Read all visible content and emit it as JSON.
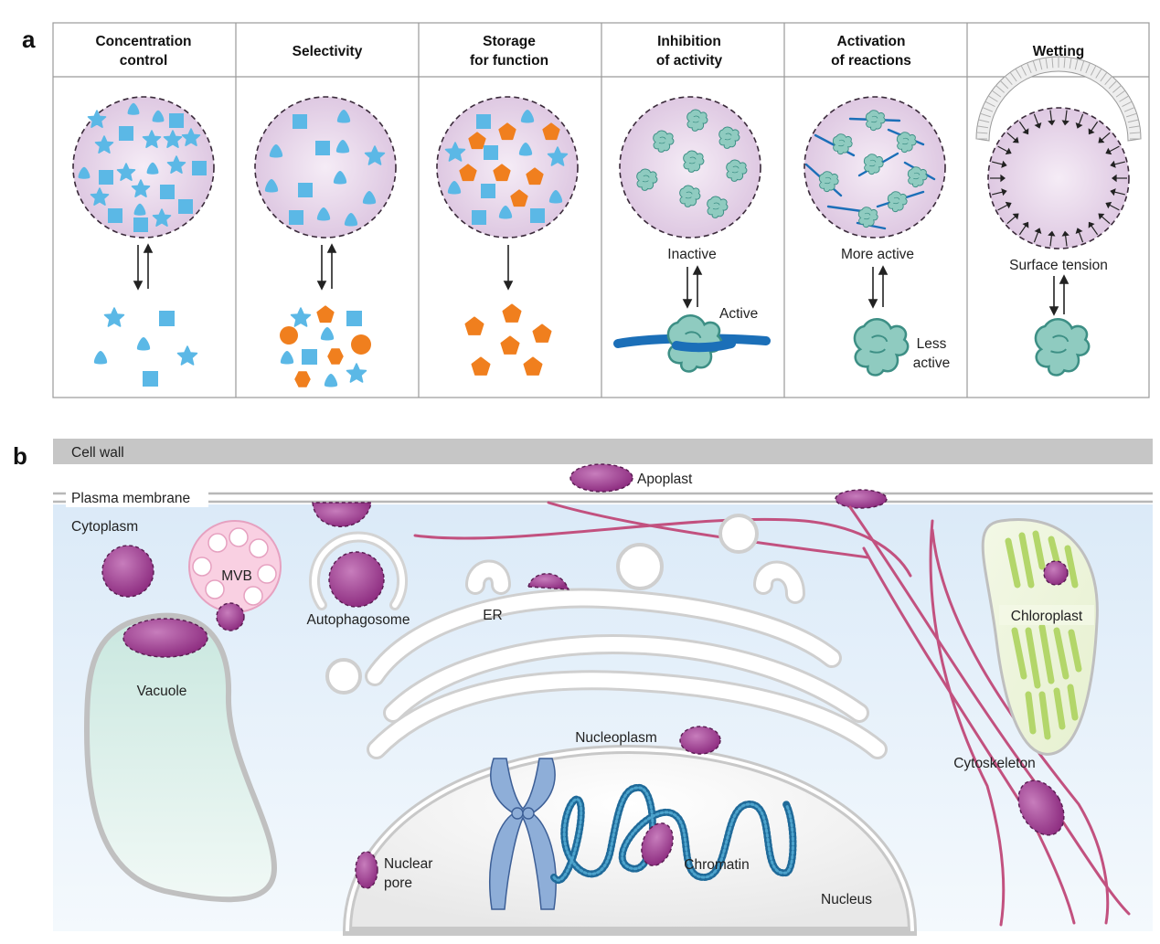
{
  "panel_a": {
    "letter": "a",
    "columns": [
      {
        "title_line1": "Concentration",
        "title_line2": "control"
      },
      {
        "title_line1": "Selectivity",
        "title_line2": ""
      },
      {
        "title_line1": "Storage",
        "title_line2": "for function"
      },
      {
        "title_line1": "Inhibition",
        "title_line2": "of activity"
      },
      {
        "title_line1": "Activation",
        "title_line2": "of reactions"
      },
      {
        "title_line1": "Wetting",
        "title_line2": ""
      }
    ],
    "labels": {
      "inactive": "Inactive",
      "active": "Active",
      "more_active": "More active",
      "less_active_1": "Less",
      "less_active_2": "active",
      "surface_tension": "Surface tension"
    }
  },
  "panel_b": {
    "letter": "b",
    "labels": {
      "cell_wall": "Cell wall",
      "apoplast": "Apoplast",
      "plasma_membrane": "Plasma membrane",
      "cytoplasm": "Cytoplasm",
      "mvb": "MVB",
      "autophagosome": "Autophagosome",
      "er": "ER",
      "chloroplast": "Chloroplast",
      "vacuole": "Vacuole",
      "nucleoplasm": "Nucleoplasm",
      "cytoskeleton": "Cytoskeleton",
      "nuclear_pore_1": "Nuclear",
      "nuclear_pore_2": "pore",
      "chromatin": "Chromatin",
      "nucleus": "Nucleus"
    }
  },
  "colors": {
    "droplet_fill": "#e3cde6",
    "condensate_purple": "#9b3f8e",
    "client_blue": "#5bb8e6",
    "client_orange": "#f07f1e",
    "enzyme_teal": "#8fcbc0",
    "substrate_blue": "#1b6fb8",
    "cytoskeleton_pink": "#c2517f",
    "chloroplast_green": "#b3d66a",
    "cytoplasm_blue": "#e6f1fb"
  }
}
